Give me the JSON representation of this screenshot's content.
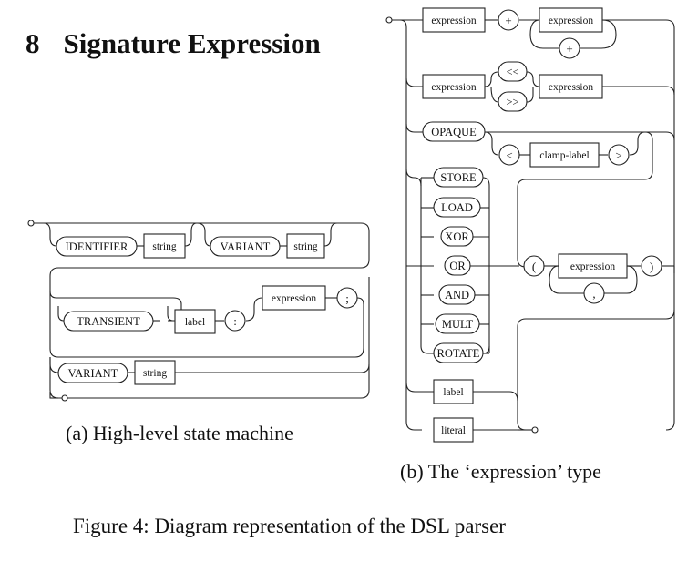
{
  "section": {
    "number": "8",
    "title": "Signature Expression"
  },
  "diagram_a": {
    "row1": {
      "t1": "IDENTIFIER",
      "n1": "string",
      "t2": "VARIANT",
      "n2": "string"
    },
    "row2": {
      "t1": "TRANSIENT",
      "n1": "label",
      "t2": ":",
      "n2": "expression",
      "t3": ";"
    },
    "row3": {
      "t1": "VARIANT",
      "n1": "string"
    },
    "caption": "(a) High-level state machine"
  },
  "diagram_b": {
    "b1": {
      "n1": "expression",
      "t1": "+",
      "n2": "expression",
      "t2": "+"
    },
    "b2": {
      "n1": "expression",
      "t1": "<<",
      "t2": ">>",
      "n2": "expression"
    },
    "b3": {
      "t1": "OPAQUE",
      "t2": "<",
      "n1": "clamp-label",
      "t3": ">"
    },
    "ops": [
      "STORE",
      "LOAD",
      "XOR",
      "OR",
      "AND",
      "MULT",
      "ROTATE"
    ],
    "call": {
      "t1": "(",
      "n1": "expression",
      "t2": ",",
      "t3": ")"
    },
    "b5": {
      "n1": "label"
    },
    "b6": {
      "n1": "literal"
    },
    "caption": "(b) The ‘expression’ type"
  },
  "figure_caption": "Figure 4: Diagram representation of the DSL parser"
}
